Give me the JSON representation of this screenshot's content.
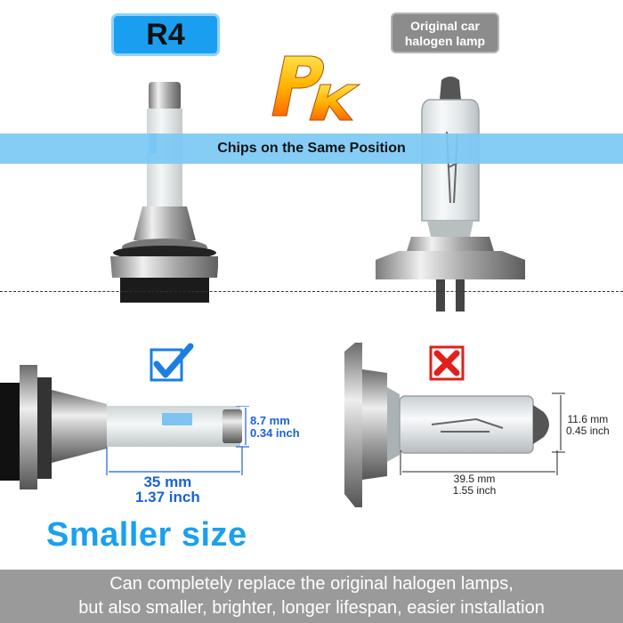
{
  "top": {
    "left_label": "R4",
    "right_label_line1": "Original car",
    "right_label_line2": "halogen lamp",
    "vs_logo": "PK"
  },
  "band": {
    "text": "Chips on the Same Position"
  },
  "led_dims": {
    "diameter_mm": "8.7 mm",
    "diameter_inch": "0.34 inch",
    "length_mm": "35 mm",
    "length_inch": "1.37 inch"
  },
  "halogen_dims": {
    "diameter_mm": "11.6 mm",
    "diameter_inch": "0.45 inch",
    "length_mm": "39.5 mm",
    "length_inch": "1.55 inch"
  },
  "marks": {
    "left": "check-icon",
    "right": "cross-icon"
  },
  "headline": "Smaller size",
  "footer": {
    "line1": "Can completely replace the original halogen lamps,",
    "line2": "but also smaller, brighter, longer lifespan, easier installation"
  },
  "colors": {
    "accent_blue": "#1aa0f0",
    "band_blue": "#7cc9f5",
    "footer_gray": "#9a9a9a",
    "cross_red": "#e0201a"
  }
}
